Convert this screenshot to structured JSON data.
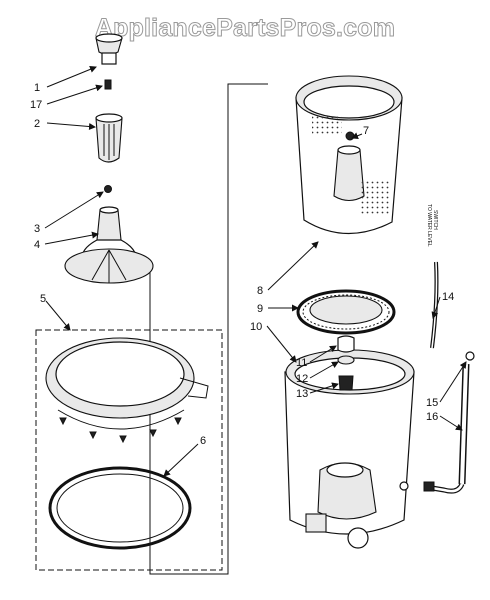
{
  "watermark": "AppliancePartsPros.com",
  "callouts": [
    "1",
    "17",
    "2",
    "3",
    "4",
    "5",
    "6",
    "7",
    "8",
    "9",
    "10",
    "11",
    "12",
    "13",
    "14",
    "15",
    "16"
  ],
  "side_label_line1": "TO WATER LEVEL",
  "side_label_line2": "SWITCH"
}
